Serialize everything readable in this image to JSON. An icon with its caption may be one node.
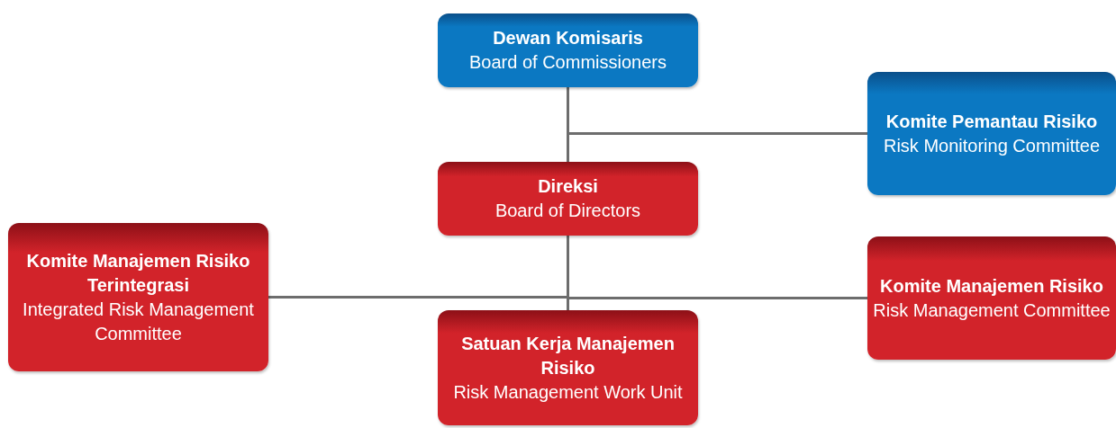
{
  "diagram": {
    "nodes": [
      {
        "text": [
          "Dewan Komisaris",
          "Board of Commissioners"
        ]
      },
      {
        "text": [
          "Komite Pemantau Risiko",
          "Risk Monitoring Committee"
        ]
      },
      {
        "text": [
          "Direksi",
          "Board of Directors"
        ]
      },
      {
        "text": [
          "Komite Manajemen Risiko Terintegrasi",
          "Integrated Risk Management Committee"
        ]
      },
      {
        "text": [
          "Komite Manajemen Risiko",
          "Risk Management Committee"
        ]
      },
      {
        "text": [
          "Satuan Kerja Manajemen Risiko",
          "Risk Management Work Unit"
        ]
      }
    ],
    "edges": [
      {
        "from": 0,
        "to": 2,
        "arrow": "none"
      },
      {
        "from": 0,
        "to": 1,
        "arrow": "none"
      },
      {
        "from": 2,
        "to": 3,
        "arrow": "none"
      },
      {
        "from": 2,
        "to": 4,
        "arrow": "none"
      },
      {
        "from": 2,
        "to": 5,
        "arrow": "none"
      }
    ]
  }
}
